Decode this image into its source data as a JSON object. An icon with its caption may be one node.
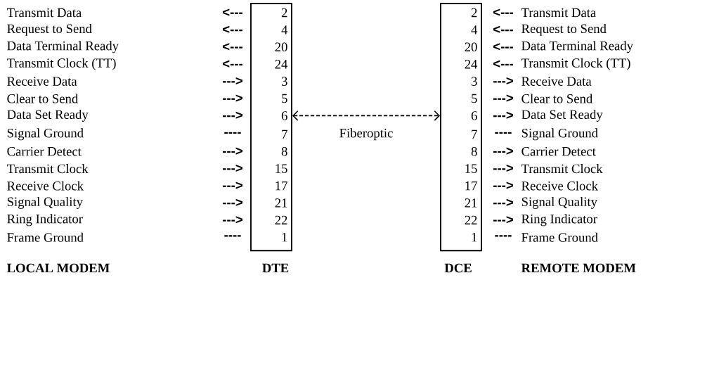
{
  "diagram": {
    "nodes": [
      {
        "text": [
          "2",
          "4",
          "20",
          "24",
          "3",
          "5",
          "6",
          "7",
          "8",
          "15",
          "17",
          "21",
          "22",
          "1"
        ]
      },
      {
        "text": [
          "2",
          "4",
          "20",
          "24",
          "3",
          "5",
          "6",
          "7",
          "8",
          "15",
          "17",
          "21",
          "22",
          "1"
        ]
      }
    ],
    "edges": [
      {
        "from": 0,
        "to": 1,
        "arrow": "both",
        "style": "dashed",
        "label": "Fiberoptic"
      }
    ],
    "labels": [
      "Transmit Data",
      "<---",
      "<---",
      "Transmit Data",
      "Request to Send",
      "<---",
      "<---",
      "Request to Send",
      "Data Terminal Ready",
      "<---",
      "<---",
      "Data Terminal Ready",
      "Transmit Clock (TT)",
      "<---",
      "<---",
      "Transmit Clock (TT)",
      "Receive Data",
      "--->",
      "--->",
      "Receive Data",
      "Clear to Send",
      "--->",
      "--->",
      "Clear to Send",
      "Data Set Ready",
      "--->",
      "--->",
      "Data Set Ready",
      "Signal Ground",
      "----",
      "----",
      "Signal Ground",
      "Carrier Detect",
      "--->",
      "--->",
      "Carrier Detect",
      "Transmit Clock",
      "--->",
      "--->",
      "Transmit Clock",
      "Receive Clock",
      "--->",
      "--->",
      "Receive Clock",
      "Signal Quality",
      "--->",
      "--->",
      "Signal Quality",
      "Ring Indicator",
      "--->",
      "--->",
      "Ring Indicator",
      "Frame Ground",
      "----",
      "----",
      "Frame Ground",
      "LOCAL MODEM",
      "DTE",
      "DCE",
      "REMOTE MODEM"
    ]
  }
}
